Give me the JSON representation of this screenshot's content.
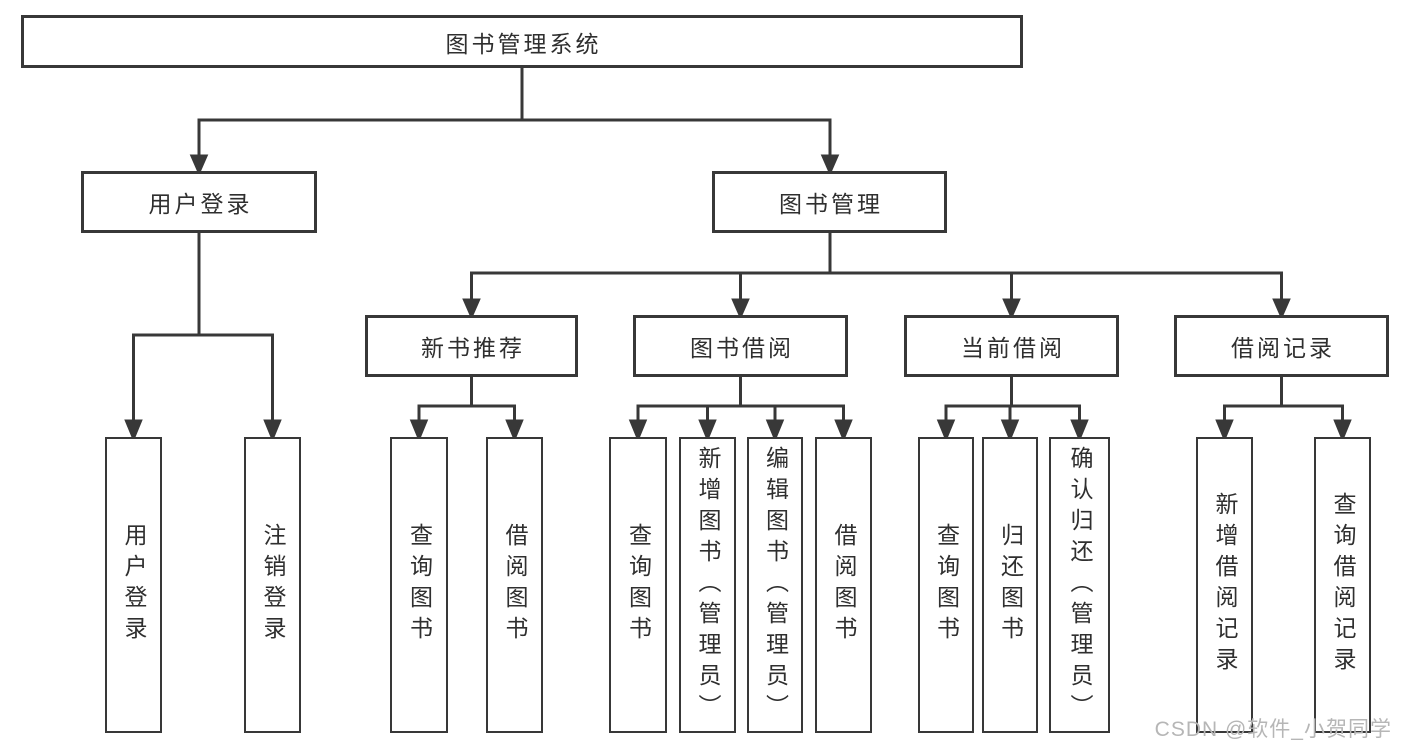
{
  "diagram": {
    "root": {
      "label": "图书管理系统"
    },
    "level2": [
      {
        "label": "用户登录"
      },
      {
        "label": "图书管理"
      }
    ],
    "level3": [
      {
        "label": "新书推荐",
        "parent": "图书管理"
      },
      {
        "label": "图书借阅",
        "parent": "图书管理"
      },
      {
        "label": "当前借阅",
        "parent": "图书管理"
      },
      {
        "label": "借阅记录",
        "parent": "图书管理"
      }
    ],
    "leaves": [
      {
        "label": "用户登录",
        "parent": "用户登录"
      },
      {
        "label": "注销登录",
        "parent": "用户登录"
      },
      {
        "label": "查询图书",
        "parent": "新书推荐"
      },
      {
        "label": "借阅图书",
        "parent": "新书推荐"
      },
      {
        "label": "查询图书",
        "parent": "图书借阅"
      },
      {
        "label": "新增图书（管理员）",
        "parent": "图书借阅"
      },
      {
        "label": "编辑图书（管理员）",
        "parent": "图书借阅"
      },
      {
        "label": "借阅图书",
        "parent": "图书借阅"
      },
      {
        "label": "查询图书",
        "parent": "当前借阅"
      },
      {
        "label": "归还图书",
        "parent": "当前借阅"
      },
      {
        "label": "确认归还（管理员）",
        "parent": "当前借阅"
      },
      {
        "label": "新增借阅记录",
        "parent": "借阅记录"
      },
      {
        "label": "查询借阅记录",
        "parent": "借阅记录"
      }
    ]
  },
  "watermark": {
    "text": "CSDN @软件_小贺同学"
  },
  "colors": {
    "line": "#383838",
    "box_border": "#383838",
    "box_background": "#ffffff",
    "text": "#2f2f2f",
    "watermark": "#b6b6b6"
  }
}
